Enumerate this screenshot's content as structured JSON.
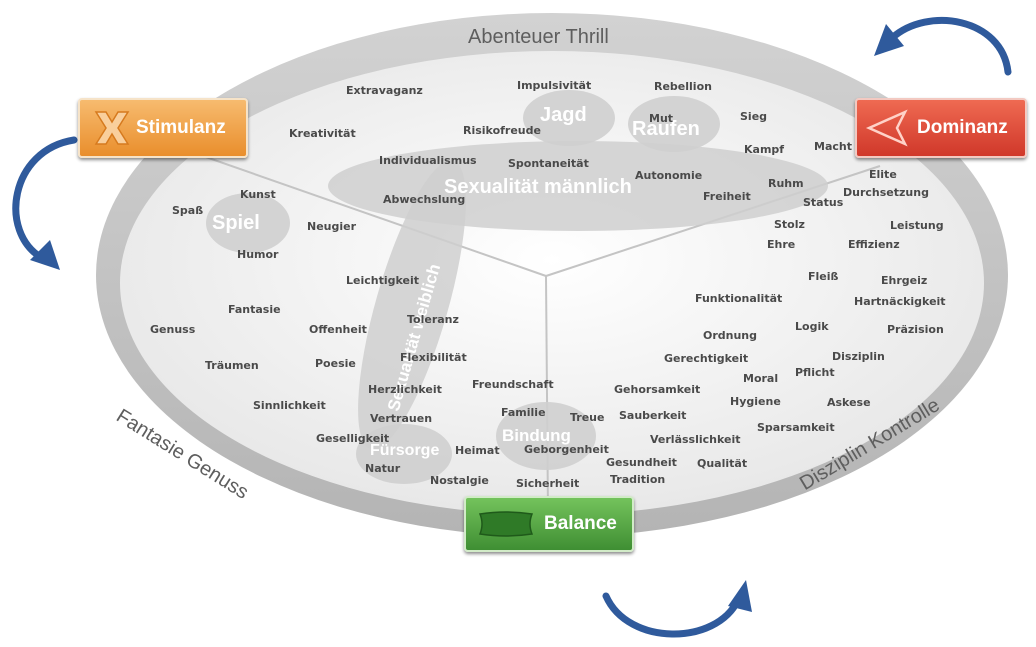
{
  "ring_labels": {
    "top": "Abenteuer Thrill",
    "left": "Fantasie Genuss",
    "right": "Disziplin Kontrolle"
  },
  "poles": {
    "stimulanz": {
      "label": "Stimulanz",
      "icon": "x-cross-icon",
      "color": "#f0a24a"
    },
    "dominanz": {
      "label": "Dominanz",
      "icon": "flag-arrow-icon",
      "color": "#e0503a"
    },
    "balance": {
      "label": "Balance",
      "icon": "pillow-icon",
      "color": "#5aaa45"
    }
  },
  "clusters": {
    "jagd": "Jagd",
    "raufen": "Raufen",
    "sexualitaet_maennlich": "Sexualität männlich",
    "sexualitaet_weiblich": "Sexualität weiblich",
    "spiel": "Spiel",
    "fuersorge": "Fürsorge",
    "bindung": "Bindung"
  },
  "words": {
    "extravaganz": "Extravaganz",
    "impulsivitaet": "Impulsivität",
    "rebellion": "Rebellion",
    "kreativitaet": "Kreativität",
    "risikofreude": "Risikofreude",
    "mut": "Mut",
    "sieg": "Sieg",
    "kampf": "Kampf",
    "macht": "Macht",
    "individualismus": "Individualismus",
    "spontaneitaet": "Spontaneität",
    "autonomie": "Autonomie",
    "elite": "Elite",
    "ruhm": "Ruhm",
    "durchsetzung": "Durchsetzung",
    "kunst": "Kunst",
    "abwechslung": "Abwechslung",
    "freiheit": "Freiheit",
    "status": "Status",
    "spass": "Spaß",
    "neugier": "Neugier",
    "stolz": "Stolz",
    "leistung": "Leistung",
    "ehre": "Ehre",
    "effizienz": "Effizienz",
    "humor": "Humor",
    "leichtigkeit": "Leichtigkeit",
    "fleiss": "Fleiß",
    "ehrgeiz": "Ehrgeiz",
    "funktionalitaet": "Funktionalität",
    "hartnaeckigkeit": "Hartnäckigkeit",
    "fantasie": "Fantasie",
    "toleranz": "Toleranz",
    "genuss": "Genuss",
    "offenheit": "Offenheit",
    "logik": "Logik",
    "praezision": "Präzision",
    "ordnung": "Ordnung",
    "traeumen": "Träumen",
    "poesie": "Poesie",
    "flexibilitaet": "Flexibilität",
    "gerechtigkeit": "Gerechtigkeit",
    "disziplin": "Disziplin",
    "moral": "Moral",
    "pflicht": "Pflicht",
    "herzlichkeit": "Herzlichkeit",
    "freundschaft": "Freundschaft",
    "gehorsamkeit": "Gehorsamkeit",
    "sinnlichkeit": "Sinnlichkeit",
    "hygiene": "Hygiene",
    "askese": "Askese",
    "vertrauen": "Vertrauen",
    "familie": "Familie",
    "treue": "Treue",
    "sauberkeit": "Sauberkeit",
    "sparsamkeit": "Sparsamkeit",
    "geselligkeit": "Geselligkeit",
    "verlaesslichkeit": "Verlässlichkeit",
    "heimat": "Heimat",
    "geborgenheit": "Geborgenheit",
    "gesundheit": "Gesundheit",
    "qualitaet": "Qualität",
    "natur": "Natur",
    "nostalgie": "Nostalgie",
    "sicherheit": "Sicherheit",
    "tradition": "Tradition"
  },
  "colors": {
    "outer_ring": "#bdbdbd",
    "inner_field": "#ececec",
    "cluster_fill": "#cfcfcf",
    "arrow": "#2f5a9c",
    "word_text": "#4a4a4a",
    "ring_text": "#5e5e5e"
  }
}
